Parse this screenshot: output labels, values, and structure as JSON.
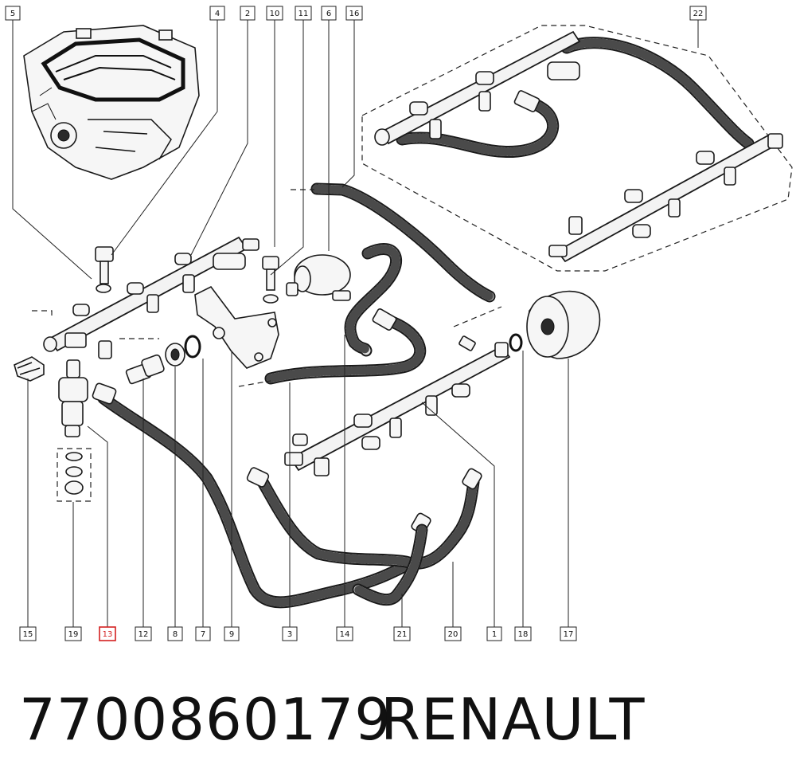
{
  "diagram": {
    "callouts": {
      "c5": "5",
      "c4": "4",
      "c2": "2",
      "c10": "10",
      "c11": "11",
      "c6": "6",
      "c16": "16",
      "c22": "22",
      "c15": "15",
      "c19": "19",
      "c13": "13",
      "c12": "12",
      "c8": "8",
      "c7": "7",
      "c9": "9",
      "c3": "3",
      "c14": "14",
      "c21": "21",
      "c20": "20",
      "c1": "1",
      "c18": "18",
      "c17": "17"
    },
    "highlighted_callout": "13",
    "highlight_color": "#d42020"
  },
  "footer": {
    "part_number": "7700860179",
    "brand": "RENAULT"
  }
}
